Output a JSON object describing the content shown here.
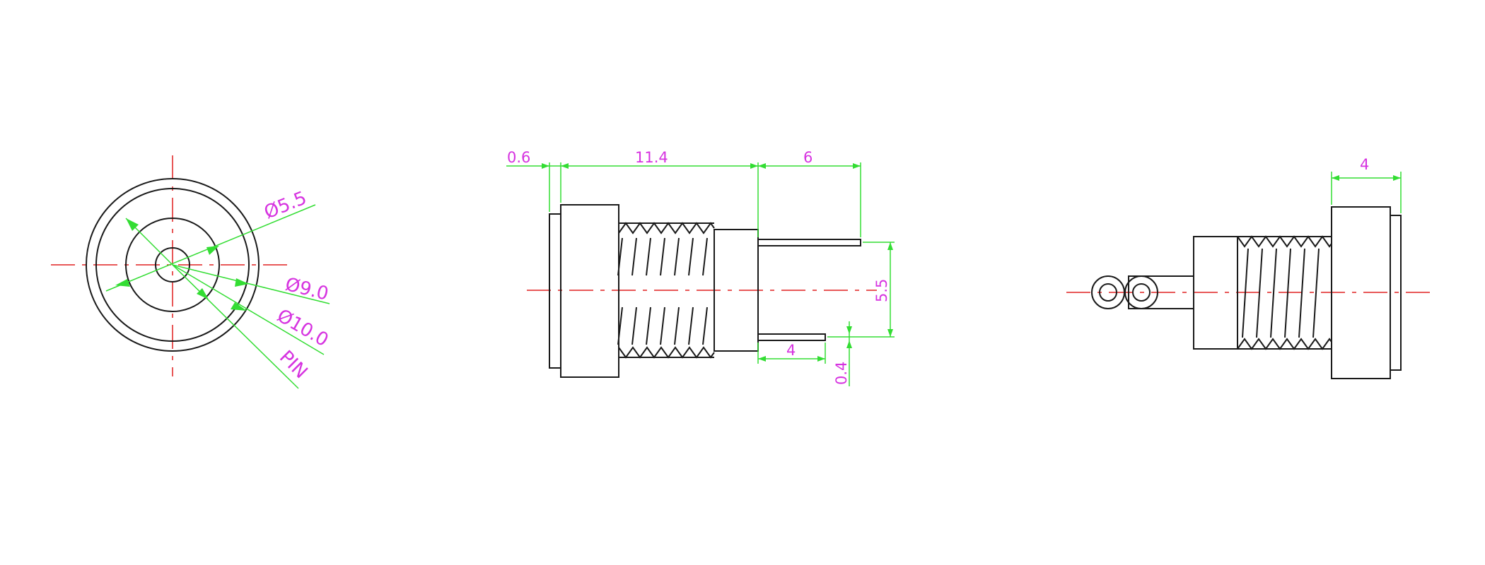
{
  "drawing": {
    "front_view": {
      "labels": {
        "dia_center": "Ø5.5",
        "dia_inner": "Ø9.0",
        "dia_outer": "Ø10.0",
        "pin": "PIN"
      }
    },
    "side_view": {
      "labels": {
        "flange_thickness": "0.6",
        "body_length": "11.4",
        "pin_length": "6",
        "pin_spacing": "5.5",
        "short_pin_length": "4",
        "pin_thickness": "0.4"
      }
    },
    "rear_view": {
      "labels": {
        "flange_width": "4"
      }
    },
    "colors": {
      "object_lines": "#1a1a1a",
      "center_lines": "#e02020",
      "dimension_lines": "#33dd33",
      "dimension_text": "#d633e0"
    }
  }
}
